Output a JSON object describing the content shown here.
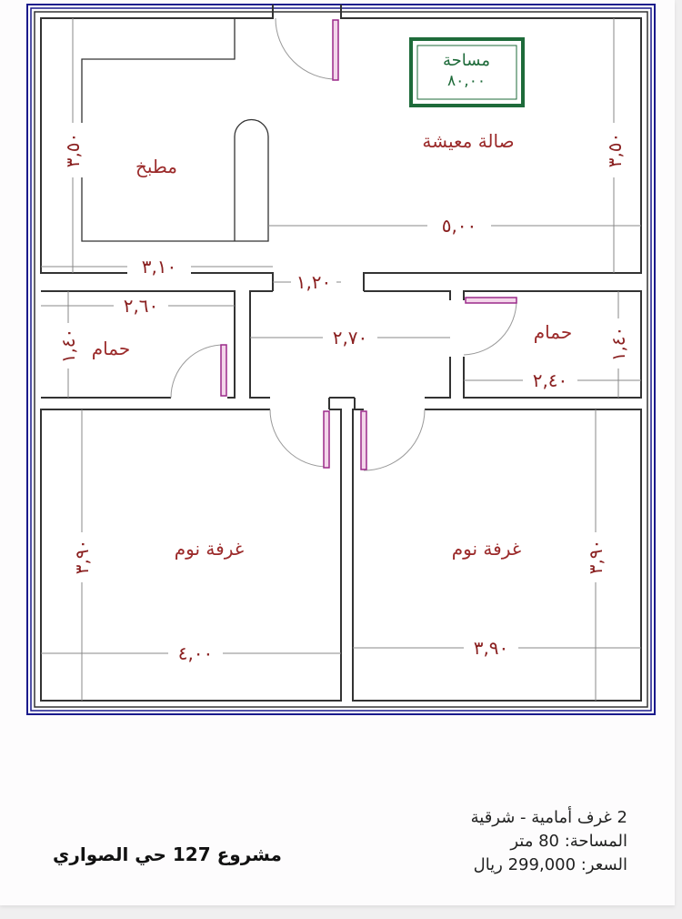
{
  "plan": {
    "area_box": {
      "label": "مساحة",
      "value": "٨٠,٠٠"
    },
    "rooms": {
      "kitchen": "مطبخ",
      "living": "صالة معيشة",
      "bath_left": "حمام",
      "bath_right": "حمام",
      "bedroom_left": "غرفة نوم",
      "bedroom_right": "غرفة نوم"
    },
    "dimensions": {
      "kitchen_height": "٣,٥٠",
      "living_height": "٣,٥٠",
      "kitchen_width": "٣,١٠",
      "living_width": "٥,٠٠",
      "opening_width": "١,٢٠",
      "bath_left_width": "٢,٦٠",
      "bath_left_height": "١,٤٠",
      "corridor_width": "٢,٧٠",
      "bath_right_width": "٢,٤٠",
      "bath_right_height": "١,٤٠",
      "bedroom_left_width": "٤,٠٠",
      "bedroom_left_height": "٣,٩٠",
      "bedroom_right_width": "٣,٩٠",
      "bedroom_right_height": "٣,٩٠"
    },
    "colors": {
      "frame": "#1a1a8c",
      "labels": "#9b2a2a",
      "area_box": "#1e6b3a"
    }
  },
  "listing": {
    "title": "مشروع 127 حي الصواري",
    "rooms": "2 غرف أمامية - شرقية",
    "area": "المساحة: 80 متر",
    "price": "السعر: 299,000 ريال"
  }
}
